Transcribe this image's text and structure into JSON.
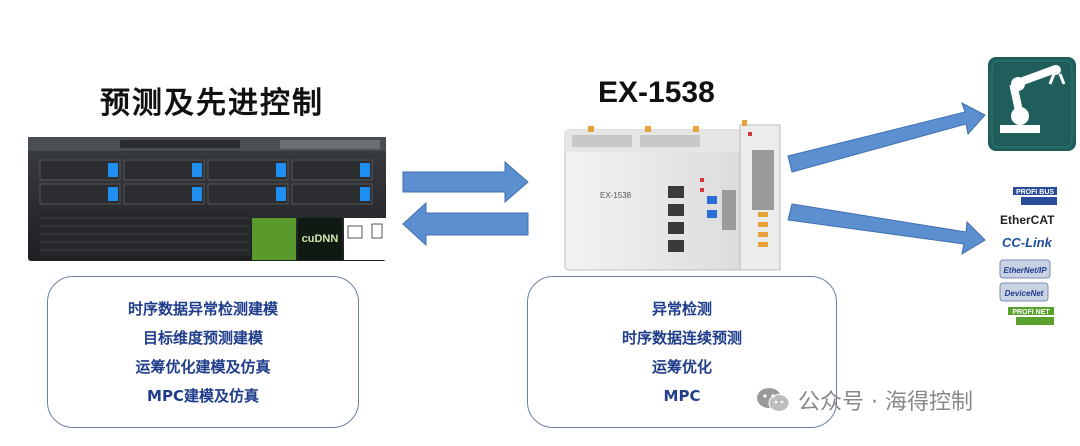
{
  "left": {
    "title": "预测及先进控制",
    "server_logos": [
      "cuDNN"
    ],
    "items": [
      "时序数据异常检测建模",
      "目标维度预测建模",
      "运筹优化建模及仿真",
      "MPC建模及仿真"
    ]
  },
  "right": {
    "title": "EX-1538",
    "device_label": "EX-1538",
    "items": [
      "异常检测",
      "时序数据连续预测",
      "运筹优化",
      "MPC"
    ]
  },
  "protocols": [
    "PROFI BUS",
    "EtherCAT",
    "CC-Link",
    "EtherNet/IP",
    "DeviceNet",
    "PROFI NET"
  ],
  "watermark": "公众号 · 海得控制",
  "icons": [
    "robot-arm-icon",
    "wechat-icon"
  ],
  "colors": {
    "arrow": "#5b8fd0",
    "arrow_edge": "#3f6fb0",
    "box_text": "#1f3d8a",
    "robot_bg": "#1f5e5a"
  }
}
